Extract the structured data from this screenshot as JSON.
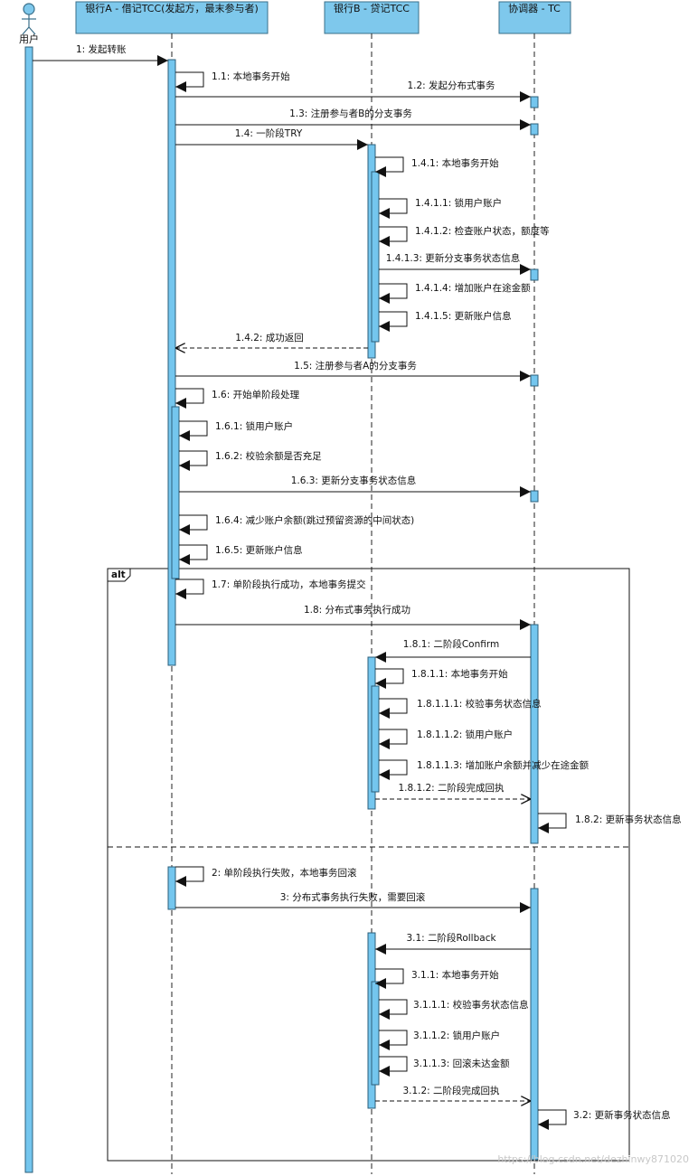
{
  "participants": {
    "user": "用户",
    "bankA": "银行A - 借记TCC(发起方，最末参与者)",
    "bankB": "银行B - 贷记TCC",
    "tc": "协调器 - TC"
  },
  "frame": {
    "tag": "alt"
  },
  "watermark": "https://blog.csdn.net/dezhinwy871020",
  "messages": [
    {
      "label": "1: 发起转账"
    },
    {
      "label": "1.1: 本地事务开始"
    },
    {
      "label": "1.2: 发起分布式事务"
    },
    {
      "label": "1.3: 注册参与者B的分支事务"
    },
    {
      "label": "1.4: 一阶段TRY"
    },
    {
      "label": "1.4.1: 本地事务开始"
    },
    {
      "label": "1.4.1.1: 锁用户账户"
    },
    {
      "label": "1.4.1.2: 检查账户状态，额度等"
    },
    {
      "label": "1.4.1.3: 更新分支事务状态信息"
    },
    {
      "label": "1.4.1.4: 增加账户在途金额"
    },
    {
      "label": "1.4.1.5: 更新账户信息"
    },
    {
      "label": "1.4.2: 成功返回"
    },
    {
      "label": "1.5: 注册参与者A的分支事务"
    },
    {
      "label": "1.6: 开始单阶段处理"
    },
    {
      "label": "1.6.1: 锁用户账户"
    },
    {
      "label": "1.6.2: 校验余额是否充足"
    },
    {
      "label": "1.6.3: 更新分支事务状态信息"
    },
    {
      "label": "1.6.4: 减少账户余额(跳过预留资源的中间状态)"
    },
    {
      "label": "1.6.5: 更新账户信息"
    },
    {
      "label": "1.7: 单阶段执行成功，本地事务提交"
    },
    {
      "label": "1.8: 分布式事务执行成功"
    },
    {
      "label": "1.8.1: 二阶段Confirm"
    },
    {
      "label": "1.8.1.1: 本地事务开始"
    },
    {
      "label": "1.8.1.1.1: 校验事务状态信息"
    },
    {
      "label": "1.8.1.1.2: 锁用户账户"
    },
    {
      "label": "1.8.1.1.3: 增加账户余额并减少在途金额"
    },
    {
      "label": "1.8.1.2: 二阶段完成回执"
    },
    {
      "label": "1.8.2: 更新事务状态信息"
    },
    {
      "label": "2: 单阶段执行失败，本地事务回滚"
    },
    {
      "label": "3: 分布式事务执行失败，需要回滚"
    },
    {
      "label": "3.1: 二阶段Rollback"
    },
    {
      "label": "3.1.1: 本地事务开始"
    },
    {
      "label": "3.1.1.1: 校验事务状态信息"
    },
    {
      "label": "3.1.1.2: 锁用户账户"
    },
    {
      "label": "3.1.1.3: 回滚未达金额"
    },
    {
      "label": "3.1.2: 二阶段完成回执"
    },
    {
      "label": "3.2: 更新事务状态信息"
    }
  ]
}
